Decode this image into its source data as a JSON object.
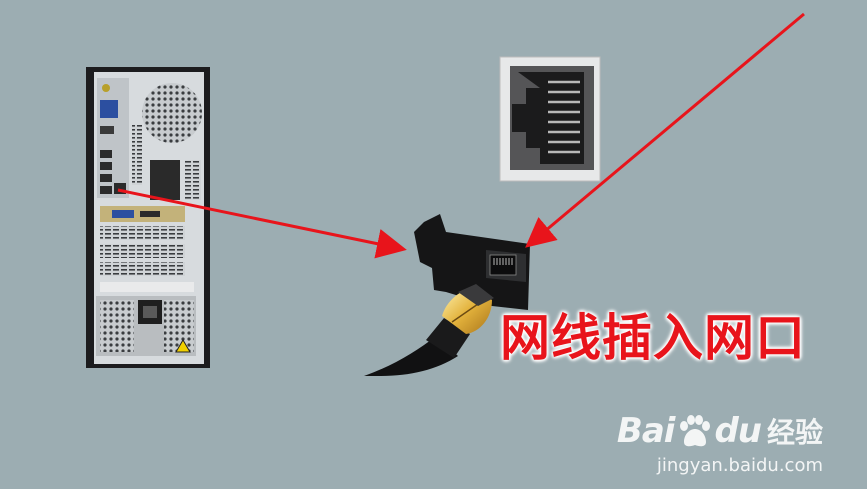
{
  "caption": "网线插入网口",
  "watermark": {
    "brand_bai": "Bai",
    "brand_du": "du",
    "brand_jingyan": "经验",
    "url": "jingyan.baidu.com"
  },
  "colors": {
    "background": "#9cadb2",
    "arrow": "#e8141b",
    "caption": "#e8141b",
    "watermark": "#ffffff"
  },
  "icons": [
    "desktop-tower-rear",
    "rj45-port-closeup",
    "network-card-bracket",
    "ethernet-cable-plug",
    "pointer-arrow",
    "baidu-paw-icon"
  ]
}
